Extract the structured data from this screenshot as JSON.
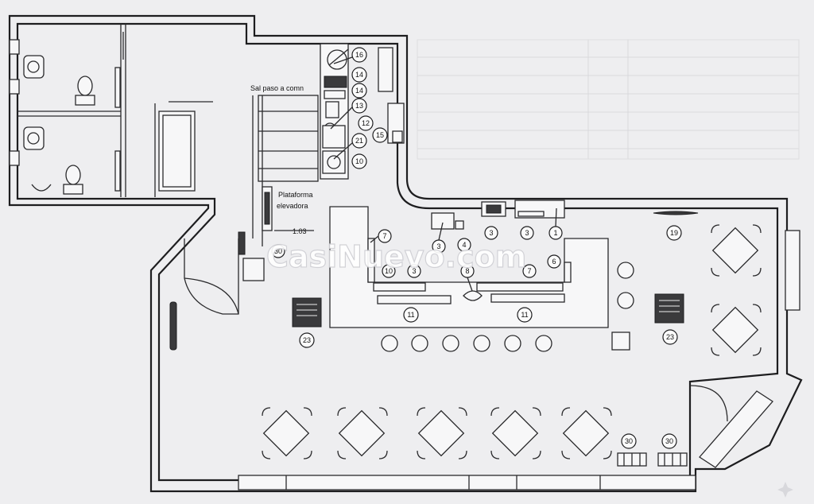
{
  "plan": {
    "labels": {
      "stair_label": "Sal paso a comn",
      "platform_label_1": "Plataforma",
      "platform_label_2": "elevadora",
      "dimension": "1.03"
    },
    "watermark": "CasiNuevo.com",
    "tags": [
      {
        "n": "16"
      },
      {
        "n": "14"
      },
      {
        "n": "14"
      },
      {
        "n": "13"
      },
      {
        "n": "12"
      },
      {
        "n": "21"
      },
      {
        "n": "10"
      },
      {
        "n": "15"
      },
      {
        "n": "3"
      },
      {
        "n": "3"
      },
      {
        "n": "1"
      },
      {
        "n": "3"
      },
      {
        "n": "4"
      },
      {
        "n": "7"
      },
      {
        "n": "10"
      },
      {
        "n": "3"
      },
      {
        "n": "8"
      },
      {
        "n": "7"
      },
      {
        "n": "6"
      },
      {
        "n": "11"
      },
      {
        "n": "11"
      },
      {
        "n": "19"
      },
      {
        "n": "30"
      },
      {
        "n": "23"
      },
      {
        "n": "23"
      },
      {
        "n": "30"
      },
      {
        "n": "30"
      }
    ]
  }
}
